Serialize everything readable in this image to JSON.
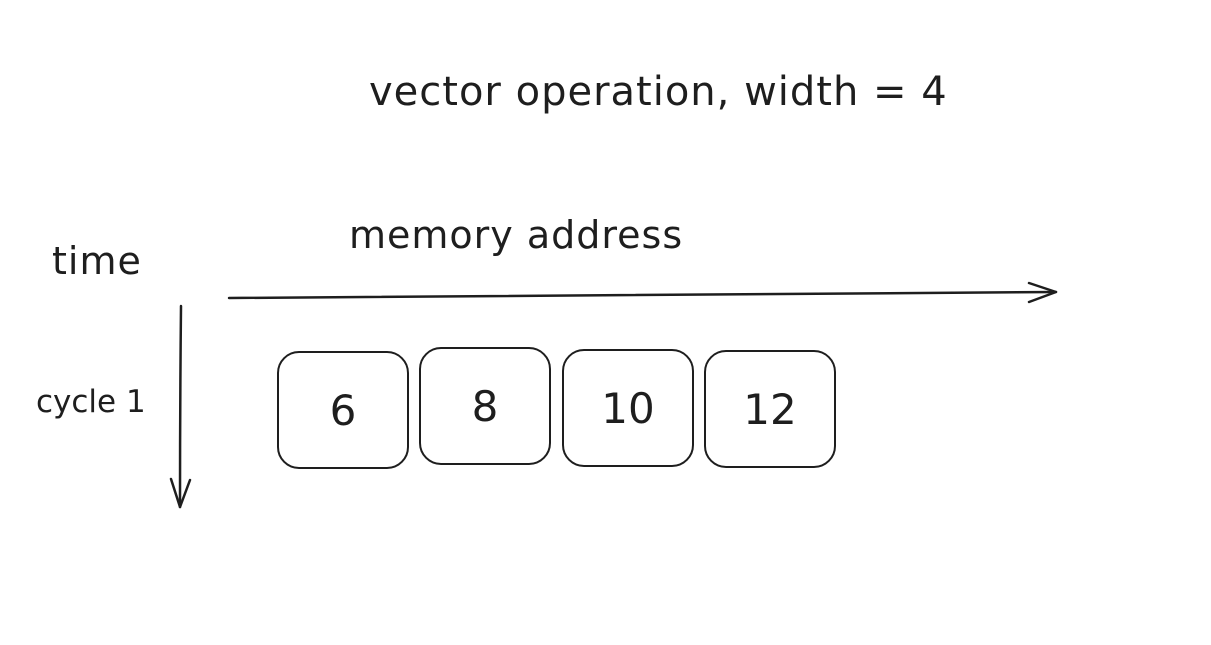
{
  "title": "vector operation, width = 4",
  "x_axis_label": "memory address",
  "y_axis_label": "time",
  "row_label": "cycle 1",
  "cells": [
    "6",
    "8",
    "10",
    "12"
  ],
  "stroke_color": "#1e1e1e",
  "background_color": "#ffffff"
}
